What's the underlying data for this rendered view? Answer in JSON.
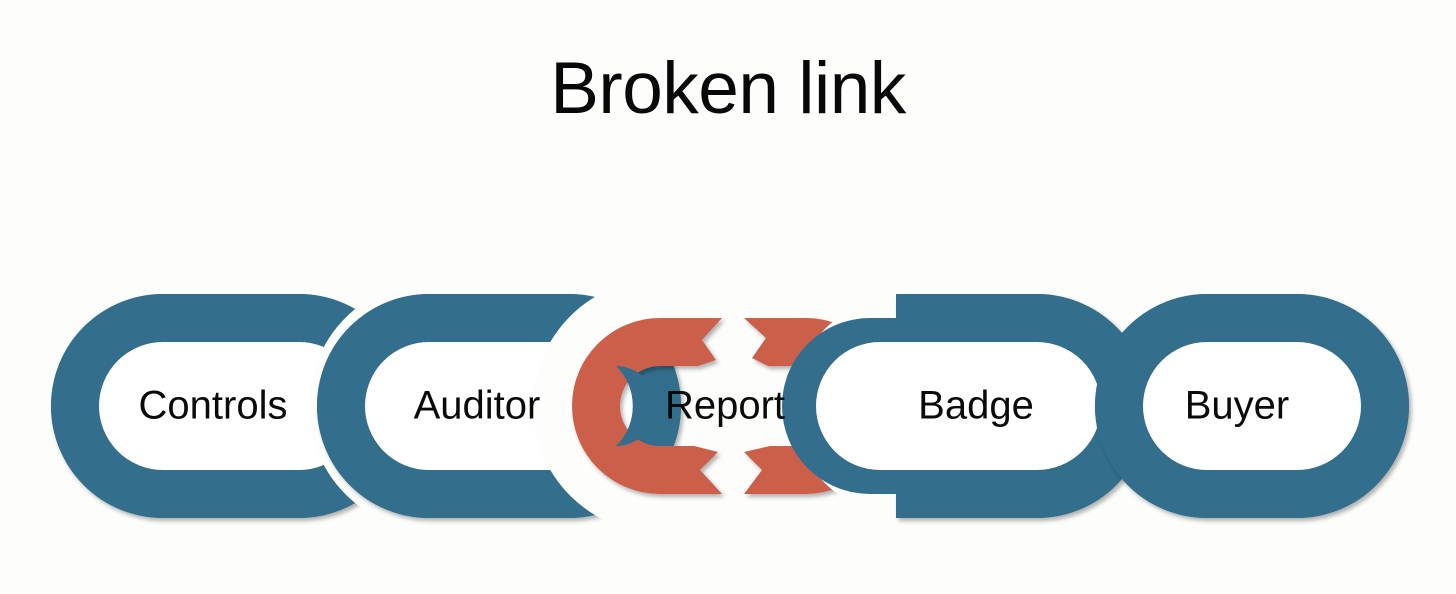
{
  "title": "Broken link",
  "background_color": "#fdfdfb",
  "colors": {
    "link_blue": "#336e8c",
    "link_red": "#cb5e4a",
    "link_inner": "#ffffff",
    "text": "#0a0a0a",
    "title_text": "#080808"
  },
  "diagram": {
    "type": "chain",
    "description": "Horizontal chain of five interlocking links; the middle link is broken in two",
    "links": [
      {
        "label": "Controls",
        "color_role": "link_blue",
        "color": "#336e8c",
        "state": "intact",
        "order": 1
      },
      {
        "label": "Auditor",
        "color_role": "link_blue",
        "color": "#336e8c",
        "state": "intact",
        "order": 2
      },
      {
        "label": "Report",
        "color_role": "link_red",
        "color": "#cb5e4a",
        "state": "broken",
        "order": 3
      },
      {
        "label": "Badge",
        "color_role": "link_blue",
        "color": "#336e8c",
        "state": "intact",
        "order": 4
      },
      {
        "label": "Buyer",
        "color_role": "link_blue",
        "color": "#336e8c",
        "state": "intact",
        "order": 5
      }
    ]
  }
}
